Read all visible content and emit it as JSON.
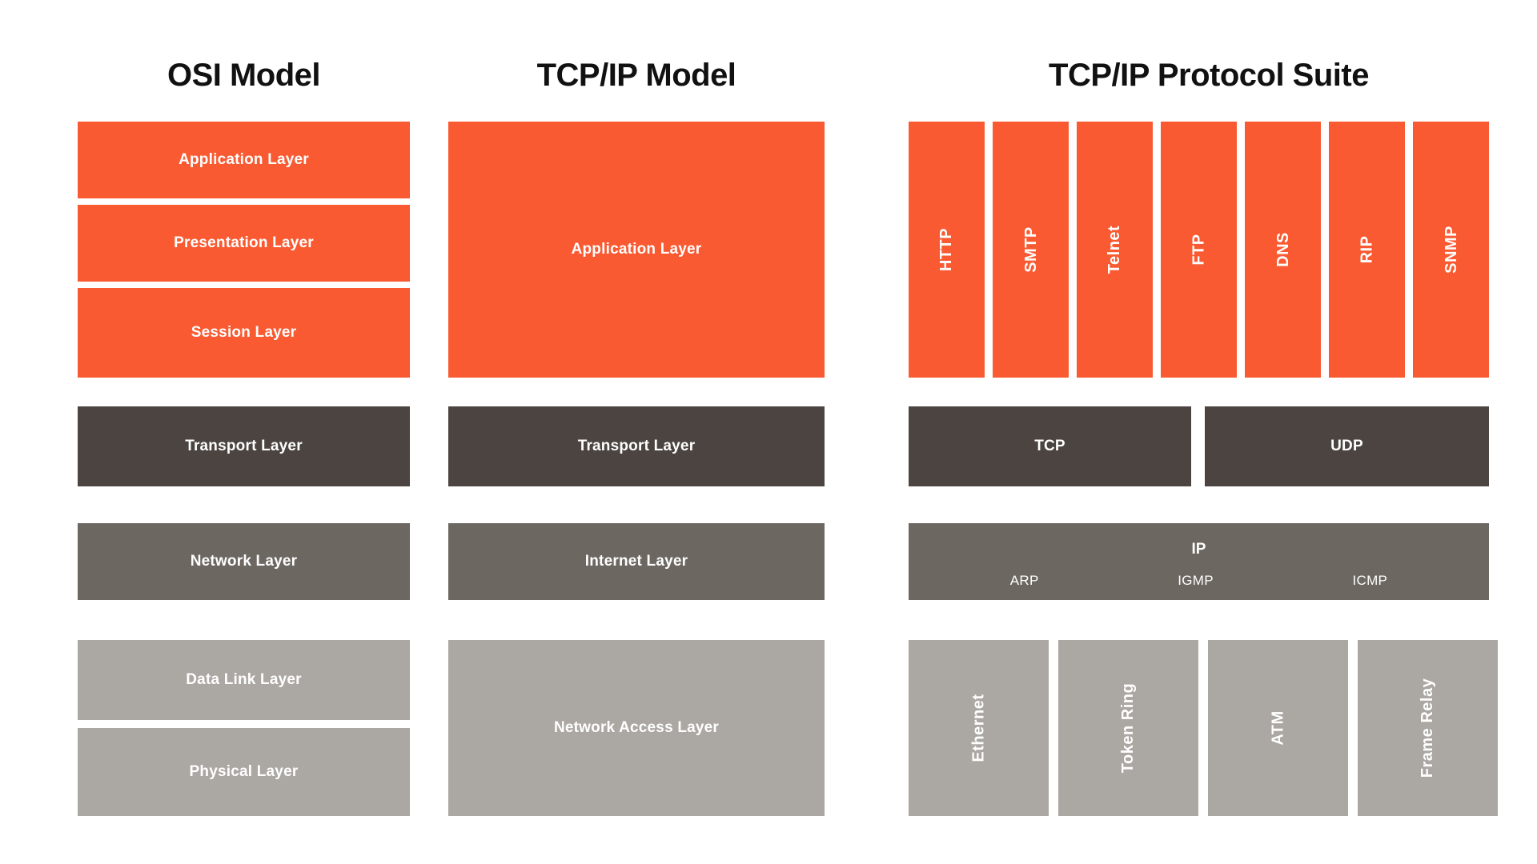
{
  "columns": {
    "osi": {
      "title": "OSI Model",
      "layers": [
        {
          "label": "Application Layer",
          "tone": "orange"
        },
        {
          "label": "Presentation Layer",
          "tone": "orange"
        },
        {
          "label": "Session Layer",
          "tone": "orange"
        },
        {
          "label": "Transport Layer",
          "tone": "dark"
        },
        {
          "label": "Network Layer",
          "tone": "mid"
        },
        {
          "label": "Data Link Layer",
          "tone": "light"
        },
        {
          "label": "Physical Layer",
          "tone": "light"
        }
      ]
    },
    "tcpip": {
      "title": "TCP/IP Model",
      "layers": [
        {
          "label": "Application Layer",
          "tone": "orange"
        },
        {
          "label": "Transport Layer",
          "tone": "dark"
        },
        {
          "label": "Internet Layer",
          "tone": "mid"
        },
        {
          "label": "Network Access Layer",
          "tone": "light"
        }
      ]
    },
    "suite": {
      "title": "TCP/IP Protocol Suite",
      "application_protocols": [
        "HTTP",
        "SMTP",
        "Telnet",
        "FTP",
        "DNS",
        "RIP",
        "SNMP"
      ],
      "transport_protocols": [
        "TCP",
        "UDP"
      ],
      "internet": {
        "primary": "IP",
        "secondary": [
          "ARP",
          "IGMP",
          "ICMP"
        ]
      },
      "network_access_protocols": [
        "Ethernet",
        "Token Ring",
        "ATM",
        "Frame Relay"
      ]
    }
  },
  "colors": {
    "orange": "#f95a31",
    "dark": "#4b4440",
    "mid": "#6d6762",
    "light": "#aba7a2",
    "background": "#ffffff",
    "title_text": "#111111",
    "box_text": "#ffffff"
  }
}
